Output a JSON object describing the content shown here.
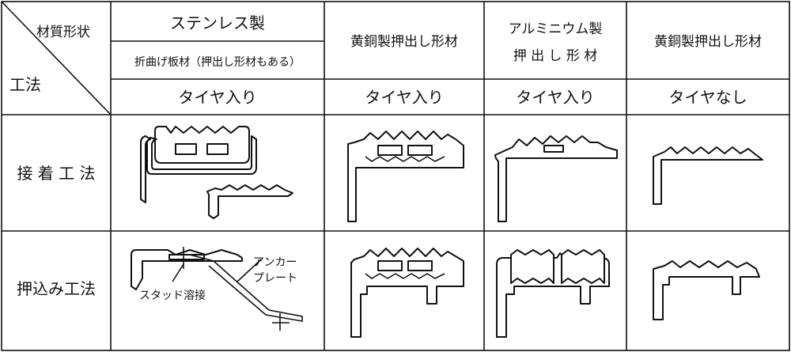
{
  "header": {
    "material_label": "材質形状",
    "method_label": "工法",
    "col1_material": "ステンレス製",
    "col1_shape": "折曲げ板材（押出し形材もある）",
    "col2_material": "黄銅製押出し形材",
    "col3_material_line1": "アルミニウム製",
    "col3_material_line2": "押 出 し 形 材",
    "col4_material": "黄銅製押出し形材",
    "col1_tire": "タイヤ入り",
    "col2_tire": "タイヤ入り",
    "col3_tire": "タイヤ入り",
    "col4_tire": "タイヤなし"
  },
  "rows": {
    "adhesive": "接 着 工 法",
    "pressin": "押込み工法"
  },
  "annotations": {
    "anchor_line1": "アンカー",
    "anchor_line2": "プレート",
    "stud": "スタッド溶接"
  }
}
